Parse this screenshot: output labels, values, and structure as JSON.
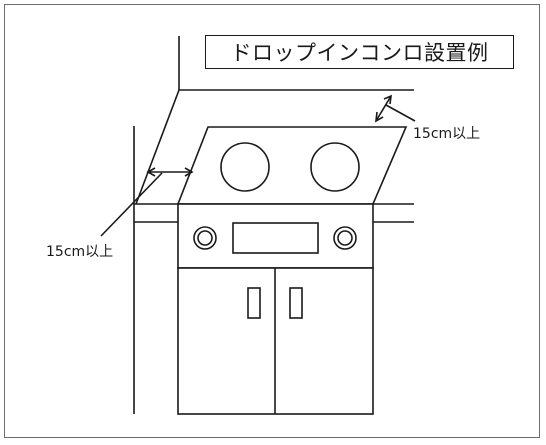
{
  "title": "ドロップインコンロ設置例",
  "clearance_right_label": "15cm以上",
  "clearance_left_label": "15cm以上",
  "colors": {
    "line": "#1a1a1a",
    "frame": "#6b6b6b",
    "background": "#ffffff"
  }
}
